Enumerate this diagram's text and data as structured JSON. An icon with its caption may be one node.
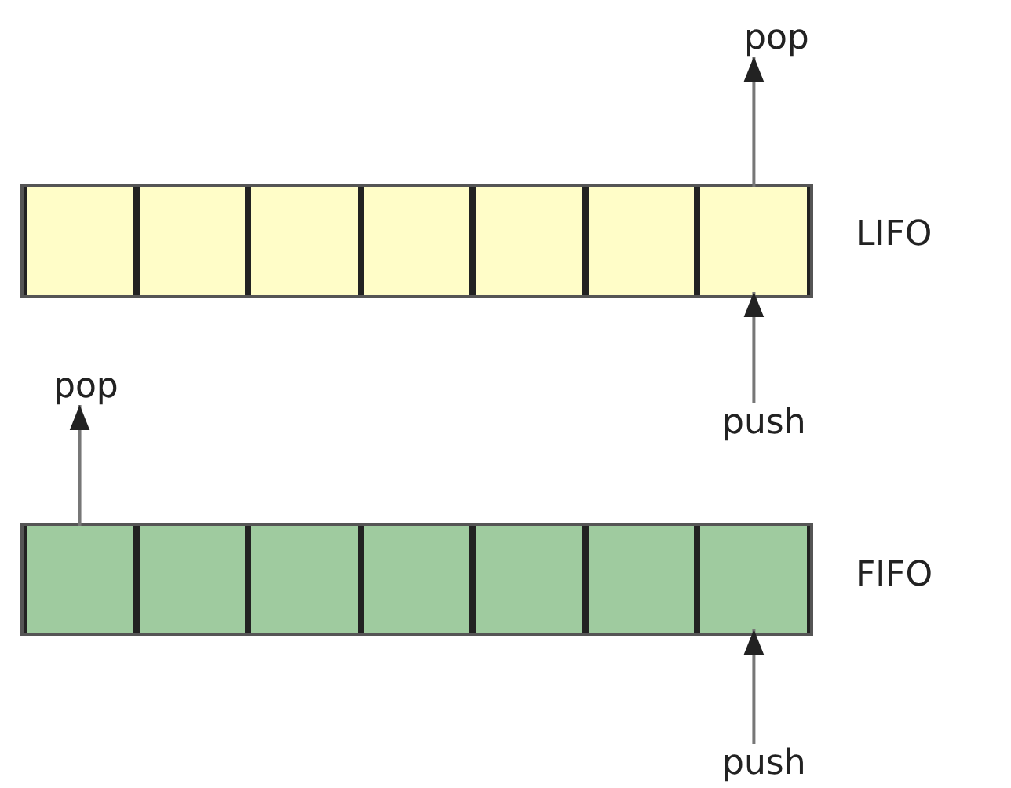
{
  "diagram": {
    "nodes": [
      {
        "text": [
          "pop"
        ]
      },
      {
        "text": [],
        "shape": "bar",
        "beside": [
          "LIFO"
        ]
      },
      {
        "text": [],
        "shape": "box",
        "in": 1
      },
      {
        "text": [],
        "shape": "box",
        "in": 1
      },
      {
        "text": [],
        "shape": "box",
        "in": 1
      },
      {
        "text": [],
        "shape": "box",
        "in": 1
      },
      {
        "text": [],
        "shape": "box",
        "in": 1
      },
      {
        "text": [],
        "shape": "box",
        "in": 1
      },
      {
        "text": [],
        "shape": "box",
        "in": 1
      },
      {
        "text": [
          "push"
        ]
      },
      {
        "text": [
          "pop"
        ]
      },
      {
        "text": [],
        "shape": "bar",
        "beside": [
          "FIFO"
        ]
      },
      {
        "text": [],
        "shape": "box",
        "in": 11
      },
      {
        "text": [],
        "shape": "box",
        "in": 11
      },
      {
        "text": [],
        "shape": "box",
        "in": 11
      },
      {
        "text": [],
        "shape": "box",
        "in": 11
      },
      {
        "text": [],
        "shape": "box",
        "in": 11
      },
      {
        "text": [],
        "shape": "box",
        "in": 11
      },
      {
        "text": [],
        "shape": "box",
        "in": 11
      },
      {
        "text": [
          "push"
        ]
      }
    ],
    "edges": [
      {
        "from": 8,
        "to": 0,
        "arrow": "to"
      },
      {
        "from": 9,
        "to": 8,
        "arrow": "to"
      },
      {
        "from": 12,
        "to": 10,
        "arrow": "to"
      },
      {
        "from": 19,
        "to": 18,
        "arrow": "to"
      }
    ]
  }
}
